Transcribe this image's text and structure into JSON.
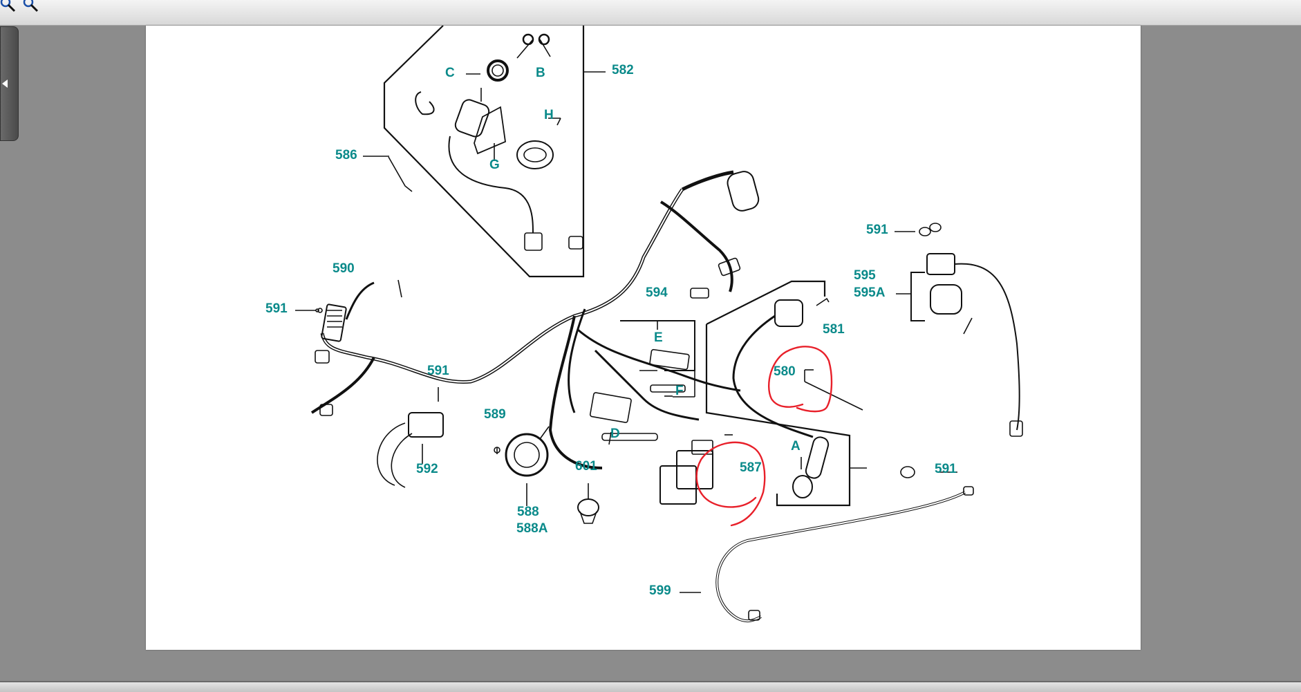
{
  "toolbar": {
    "tools": [
      {
        "icon": "zoom-in-icon"
      },
      {
        "icon": "zoom-out-icon"
      }
    ]
  },
  "side_panel": {
    "icon": "collapse-arrow-icon"
  },
  "diagram": {
    "labels": {
      "l582": "582",
      "lB": "B",
      "lC": "C",
      "lH": "H",
      "lG": "G",
      "l586": "586",
      "l591a": "591",
      "l595": "595",
      "l595A": "595A",
      "l590": "590",
      "l591b": "591",
      "l594": "594",
      "l581": "581",
      "lE": "E",
      "l580": "580",
      "l591c": "591",
      "lF": "F",
      "l589": "589",
      "lD": "D",
      "l592": "592",
      "lA": "A",
      "l601": "601",
      "l587": "587",
      "l591d": "591",
      "l588": "588",
      "l588A": "588A",
      "l599": "599"
    },
    "label_color": "#0a8a8a",
    "annotation_color": "#e8202a",
    "annotations": [
      "580",
      "587"
    ]
  }
}
